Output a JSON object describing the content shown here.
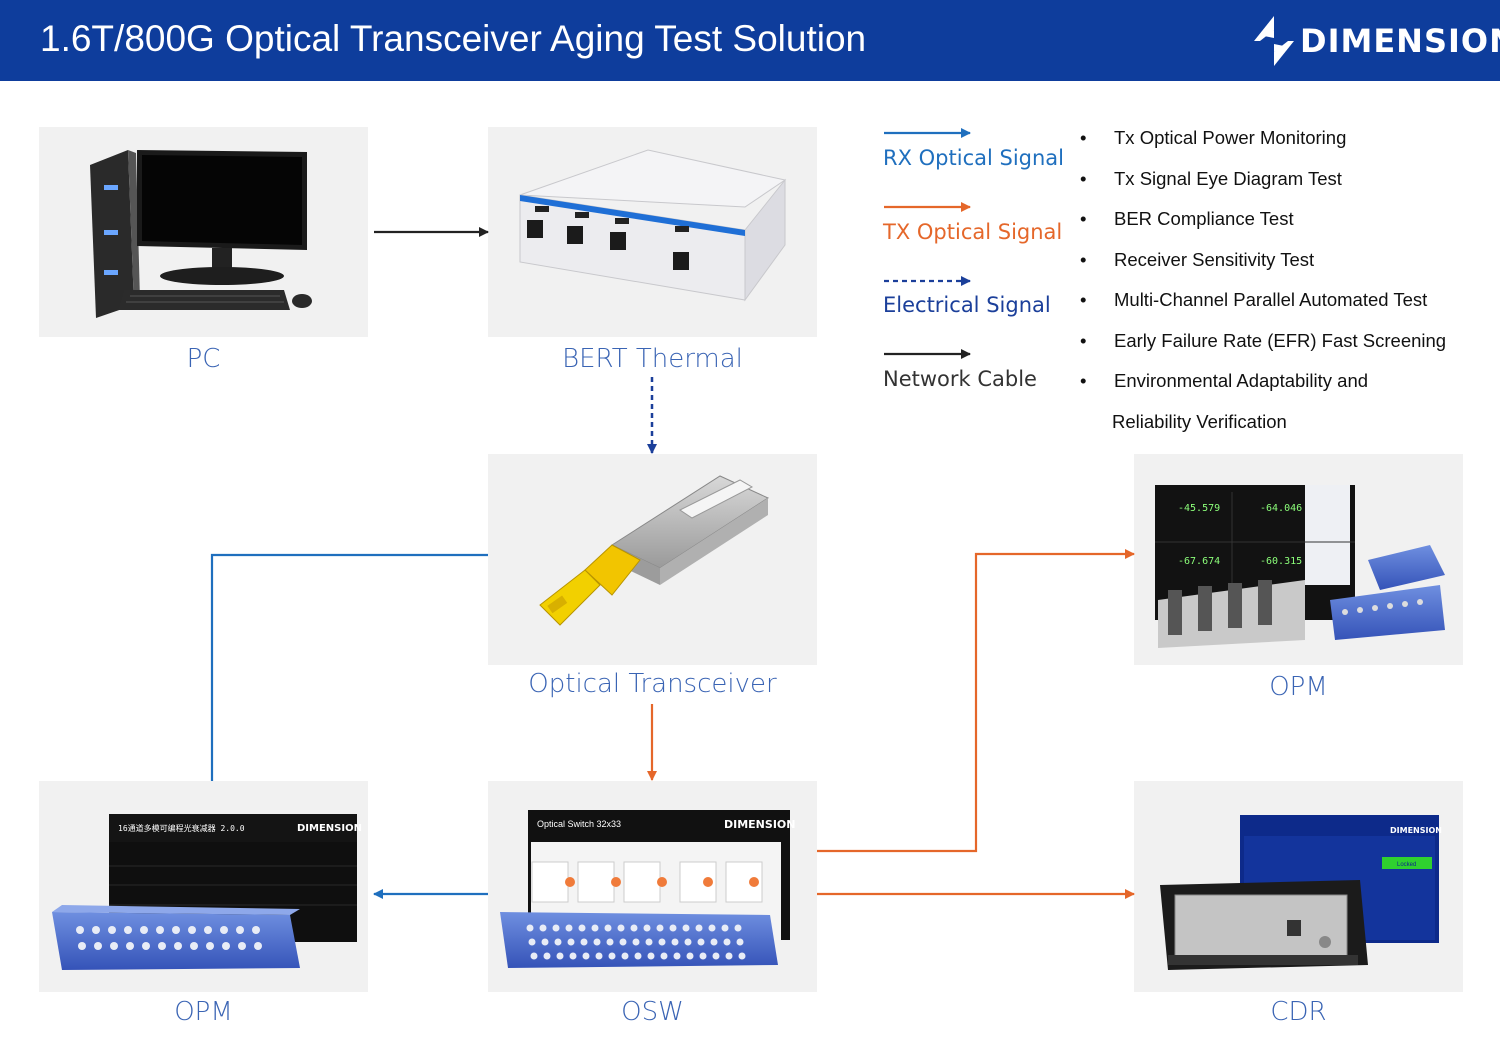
{
  "header": {
    "title": "1.6T/800G Optical Transceiver Aging Test Solution",
    "logo_text": "DIMENSION"
  },
  "devices": {
    "pc": "PC",
    "bert": "BERT Thermal",
    "transceiver": "Optical Transceiver",
    "opm_right": "OPM",
    "opm_left": "OPM",
    "osw": "OSW",
    "cdr": "CDR"
  },
  "legend": [
    {
      "label": "RX Optical Signal",
      "color": "#1f6fbe",
      "style": "solid"
    },
    {
      "label": "TX Optical Signal",
      "color": "#e5672a",
      "style": "solid"
    },
    {
      "label": "Electrical Signal",
      "color": "#1b3f9a",
      "style": "dashed"
    },
    {
      "label": "Network Cable",
      "color": "#222222",
      "style": "solid"
    }
  ],
  "features": [
    "Tx Optical Power Monitoring",
    "Tx Signal Eye Diagram Test",
    "BER Compliance Test",
    "Receiver Sensitivity Test",
    "Multi-Channel Parallel Automated Test",
    "Early Failure Rate (EFR) Fast Screening",
    "Environmental Adaptability and",
    "Reliability Verification"
  ],
  "feature_bullet": "•",
  "opm_readings": [
    "-45.579",
    "-64.046",
    "-67.674",
    "-60.315"
  ],
  "screens": {
    "opm_left_title": "16通道多模可编程光衰减器 2.0.0",
    "osw_title": "Optical Switch 32x33",
    "screen_logo": "DIMENSION",
    "cdr_button": "Locked"
  },
  "colors": {
    "header": "#0e3d9c",
    "rx": "#1f6fbe",
    "tx": "#e5672a",
    "electrical": "#1b3f9a",
    "network": "#222222",
    "label": "#3a64b4"
  }
}
